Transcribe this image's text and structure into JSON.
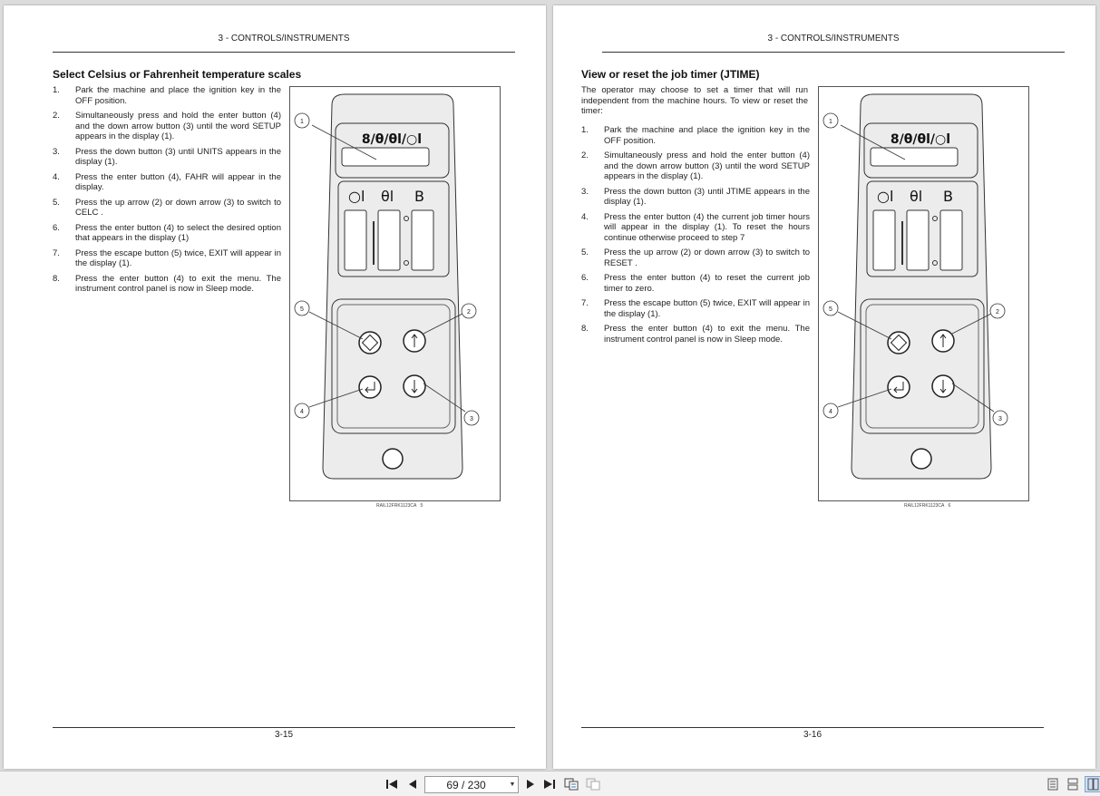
{
  "left_page": {
    "header": "3 - CONTROLS/INSTRUMENTS",
    "title": "Select Celsius or Fahrenheit temperature scales",
    "steps": [
      {
        "num": "1.",
        "text": "Park the machine and place the ignition key in the OFF position."
      },
      {
        "num": "2.",
        "text": "Simultaneously press and hold the enter button (4) and the down arrow button (3) until the word SETUP appears in the display (1)."
      },
      {
        "num": "3.",
        "text": "Press the down button (3) until UNITS appears in the display (1)."
      },
      {
        "num": "4.",
        "text": "Press the enter button (4), FAHR will appear in the display."
      },
      {
        "num": "5.",
        "text": "Press the up arrow (2) or down arrow (3) to switch to CELC ."
      },
      {
        "num": "6.",
        "text": "Press the enter button (4) to select the desired option that appears in the display (1)"
      },
      {
        "num": "7.",
        "text": "Press the escape button (5) twice, EXIT will appear in the display (1)."
      },
      {
        "num": "8.",
        "text": "Press the enter button (4) to exit the menu. The instrument control panel is now in Sleep mode."
      }
    ],
    "figure_caption": "RAIL12FRK1123CA",
    "figure_number": "5",
    "page_number": "3-15"
  },
  "right_page": {
    "header": "3 - CONTROLS/INSTRUMENTS",
    "title": "View or reset the job timer (JTIME)",
    "intro": "The operator may choose to set a timer that will run independent from the machine hours. To view or reset the timer:",
    "steps": [
      {
        "num": "1.",
        "text": "Park the machine and place the ignition key in the OFF position."
      },
      {
        "num": "2.",
        "text": "Simultaneously press and hold the enter button (4) and the down arrow button (3) until the word SETUP appears in the display (1)."
      },
      {
        "num": "3.",
        "text": "Press the down button (3) until JTIME appears in the display (1)."
      },
      {
        "num": "4.",
        "text": "Press the enter button (4) the current job timer hours will appear in the display (1). To reset the hours continue otherwise proceed to step 7"
      },
      {
        "num": "5.",
        "text": "Press the up arrow (2) or down arrow (3) to switch to RESET ."
      },
      {
        "num": "6.",
        "text": "Press the enter button (4) to reset the current job timer to zero."
      },
      {
        "num": "7.",
        "text": "Press the escape button (5) twice, EXIT will appear in the display (1)."
      },
      {
        "num": "8.",
        "text": "Press the enter button (4) to exit the menu. The instrument control panel is now in Sleep mode."
      }
    ],
    "figure_caption": "RAIL12FRK1123CA",
    "figure_number": "6",
    "page_number": "3-16"
  },
  "figure": {
    "display_symbols": "8/θ/θl/○l",
    "callouts": [
      "1",
      "2",
      "3",
      "4",
      "5"
    ]
  },
  "toolbar": {
    "first_icon": "first-page-icon",
    "prev_icon": "previous-page-icon",
    "page_value": "69 / 230",
    "next_icon": "next-page-icon",
    "last_icon": "last-page-icon"
  },
  "colors": {
    "page_bg": "#ffffff",
    "viewer_bg": "#dcdcdc",
    "panel_fill": "#ececec"
  }
}
